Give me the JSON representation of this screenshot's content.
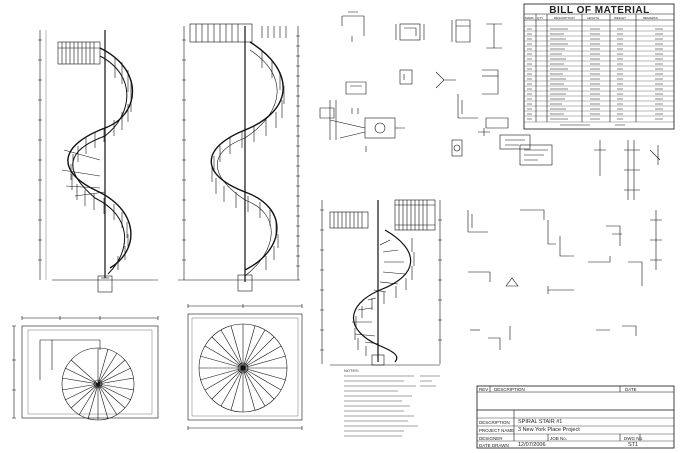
{
  "drawing": {
    "bom_title": "BILL OF MATERIAL",
    "bom_headers": [
      "MARK",
      "QTY",
      "DESCRIPTION",
      "LENGTH",
      "WEIGHT",
      "REMARKS"
    ],
    "title_block": {
      "rev_label": "REV",
      "rev_desc_label": "DESCRIPTION",
      "date_label": "DATE",
      "description_label": "DESCRIPTION",
      "description_value": "SPIRAL STAIR #1",
      "project_label": "PROJECT NAME",
      "project_value": "3 New York Place Project",
      "designer_label": "DESIGNER",
      "date_drawn_label": "DATE DRAWN",
      "date_drawn_value": "12/07/2006",
      "job_label": "JOB No.",
      "dwg_label": "DWG No.",
      "dwg_value": "ST1"
    },
    "notes_label": "NOTES:"
  }
}
